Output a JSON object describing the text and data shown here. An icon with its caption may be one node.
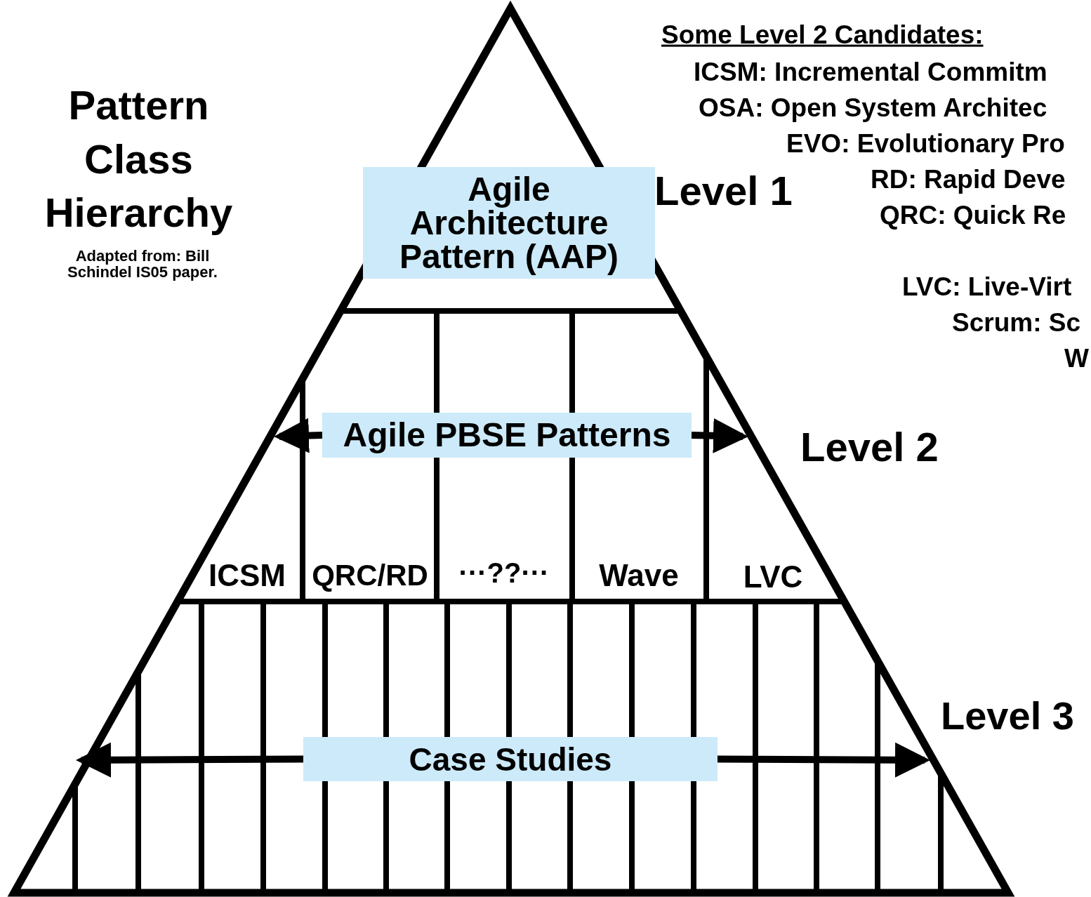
{
  "diagram": {
    "title": "Pattern Class Hierarchy",
    "nodes": [
      {
        "text": [
          "Agile Architecture Pattern (AAP)"
        ]
      },
      {
        "text": [
          "Agile PBSE Patterns"
        ]
      },
      {
        "text": [
          "Case Studies"
        ]
      }
    ],
    "edges": [
      {
        "from": 1,
        "to": null,
        "arrow": "to"
      },
      {
        "from": 1,
        "to": null,
        "arrow": "to"
      },
      {
        "from": 2,
        "to": null,
        "arrow": "to"
      },
      {
        "from": 2,
        "to": null,
        "arrow": "to"
      }
    ],
    "labels": [
      "Adapted from: Bill Schindel IS05 paper.",
      "Some Level 2 Candidates:",
      "ICSM: Incremental Commitm",
      "OSA: Open System Architec",
      "EVO: Evolutionary Pro",
      "Level 1",
      "RD: Rapid Deve",
      "QRC: Quick Re",
      "LVC: Live-Virt",
      "Scrum: Sc",
      "W",
      "Level 2",
      "ICSM",
      "QRC/RD",
      "···??···",
      "Wave",
      "LVC",
      "Level 3"
    ]
  }
}
